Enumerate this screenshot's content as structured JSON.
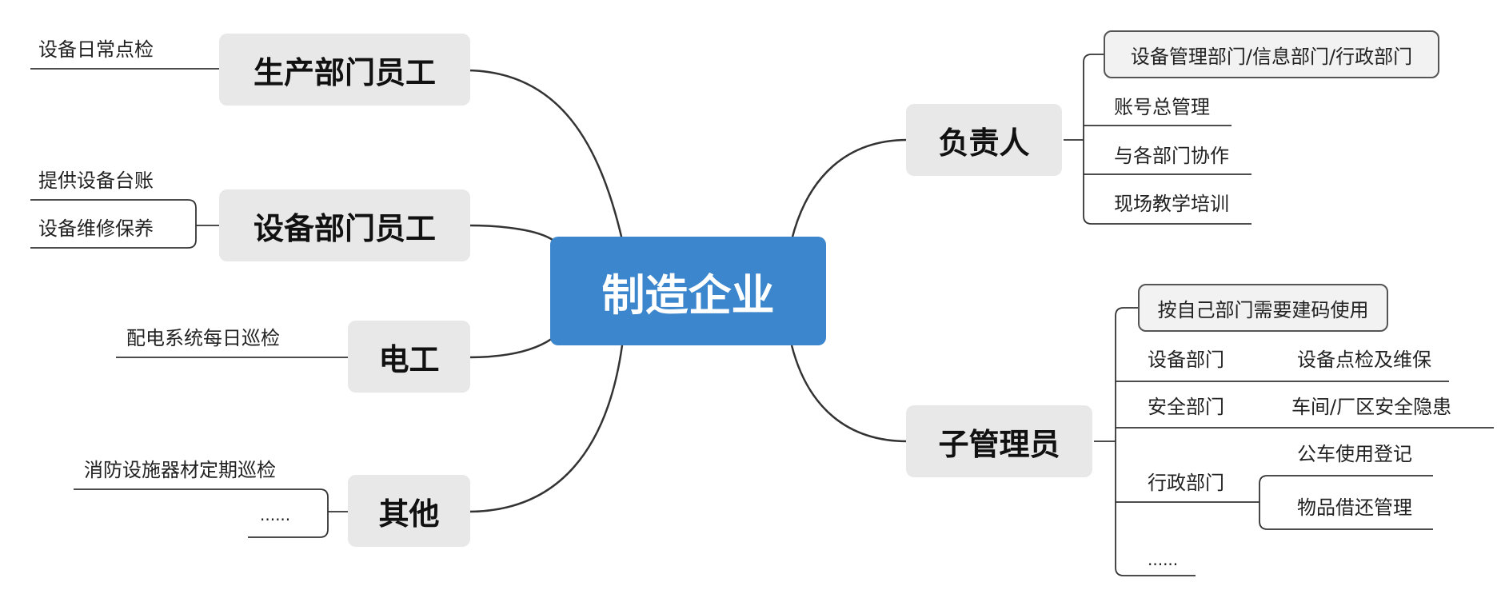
{
  "central": "制造企业",
  "left_branches": [
    {
      "label": "生产部门员工",
      "leaves": [
        "设备日常点检"
      ]
    },
    {
      "label": "设备部门员工",
      "leaves": [
        "提供设备台账",
        "设备维修保养"
      ]
    },
    {
      "label": "电工",
      "leaves": [
        "配电系统每日巡检"
      ]
    },
    {
      "label": "其他",
      "leaves": [
        "消防设施器材定期巡检",
        "......"
      ]
    }
  ],
  "right_branches": [
    {
      "label": "负责人",
      "leaves": [
        "设备管理部门/信息部门/行政部门",
        "账号总管理",
        "与各部门协作",
        "现场教学培训"
      ]
    },
    {
      "label": "子管理员",
      "leaves": [
        {
          "label": "按自己部门需要建码使用"
        },
        {
          "label": "设备部门",
          "children": [
            "设备点检及维保"
          ]
        },
        {
          "label": "安全部门",
          "children": [
            "车间/厂区安全隐患"
          ]
        },
        {
          "label": "行政部门",
          "children": [
            "公车使用登记",
            "物品借还管理"
          ]
        },
        {
          "label": "......"
        }
      ]
    }
  ],
  "colors": {
    "central_fill": "#3b86cc",
    "topic_fill": "#e8e8e8",
    "line": "#333333"
  }
}
